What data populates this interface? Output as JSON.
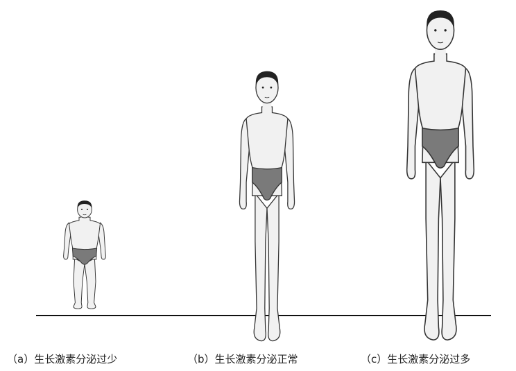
{
  "figures": [
    {
      "caption": "（a）生长激素分泌过少"
    },
    {
      "caption": "（b）生长激素分泌正常"
    },
    {
      "caption": "（c）生长激素分泌过多"
    }
  ],
  "colors": {
    "skin": "#f1f1f1",
    "outline": "#333333",
    "hair": "#222222",
    "briefs": "#7a7a7a",
    "ground": "#111111"
  }
}
